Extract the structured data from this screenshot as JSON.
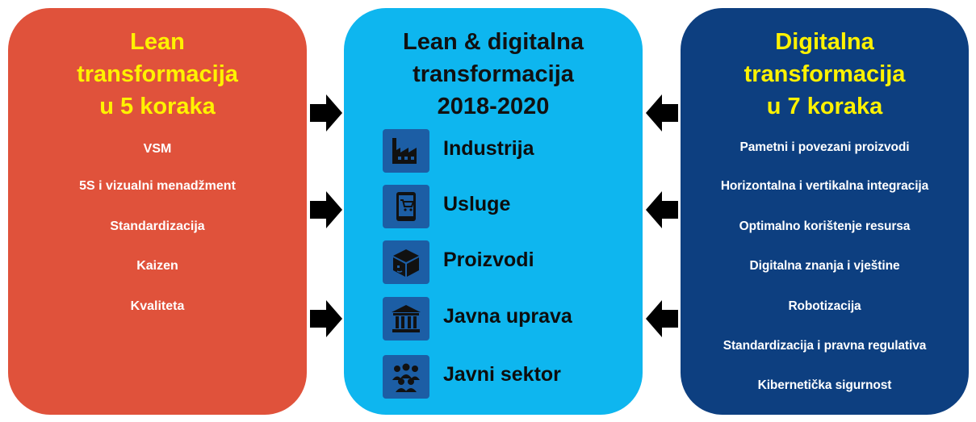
{
  "left_panel": {
    "title": "Lean\ntransformacija\nu 5 koraka",
    "items": [
      "VSM",
      "5S i vizualni menadžment",
      "Standardizacija",
      "Kaizen",
      "Kvaliteta"
    ],
    "color": "#e0523b"
  },
  "center_panel": {
    "title": "Lean & digitalna\ntransformacija\n2018-2020",
    "sectors": [
      {
        "label": "Industrija",
        "icon": "factory-icon"
      },
      {
        "label": "Usluge",
        "icon": "tablet-cart-icon"
      },
      {
        "label": "Proizvodi",
        "icon": "package-icon"
      },
      {
        "label": "Javna uprava",
        "icon": "government-building-icon"
      },
      {
        "label": "Javni sektor",
        "icon": "people-group-icon"
      }
    ],
    "color": "#0eb6ef"
  },
  "right_panel": {
    "title": "Digitalna\ntransformacija\nu 7 koraka",
    "items": [
      "Pametni i povezani proizvodi",
      "Horizontalna i vertikalna integracija",
      "Optimalno korištenje resursa",
      "Digitalna znanja i vještine",
      "Robotizacija",
      "Standardizacija i pravna regulativa",
      "Kibernetička sigurnost"
    ],
    "color": "#0d3f80"
  },
  "accent_colors": {
    "title_yellow": "#fff200",
    "icon_tile": "#1c5ea5",
    "arrow": "#000000"
  }
}
